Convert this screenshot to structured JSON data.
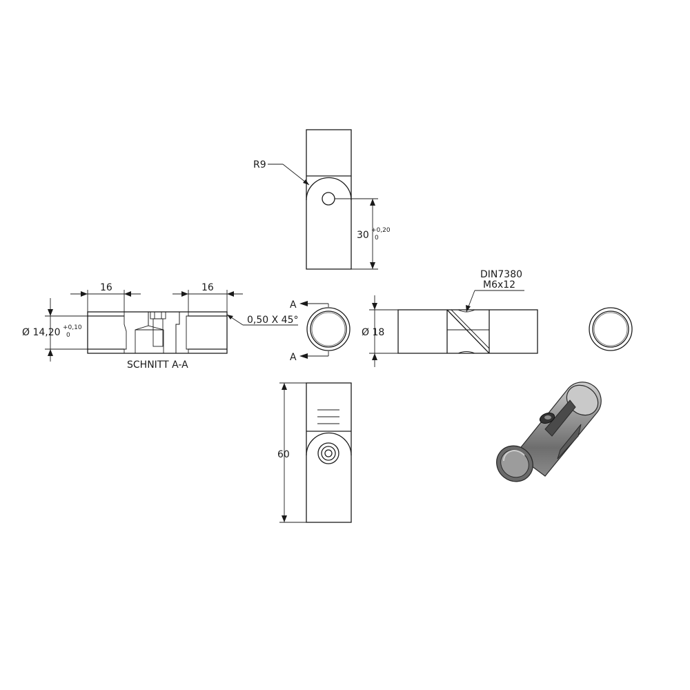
{
  "labels": {
    "r9": "R9",
    "dim30": "30",
    "dim30_tol_upper": "+0,20",
    "dim30_tol_lower": "0",
    "dim16_left": "16",
    "dim16_right": "16",
    "dia1420": "Ø 14,20",
    "dia1420_tol_upper": "+0,10",
    "dia1420_tol_lower": "0",
    "chamfer": "0,50 X 45°",
    "section_title": "SCHNITT A-A",
    "section_a_top": "A",
    "section_a_bottom": "A",
    "din": "DIN7380",
    "screw": "M6x12",
    "dia18": "Ø 18",
    "dim60": "60"
  }
}
